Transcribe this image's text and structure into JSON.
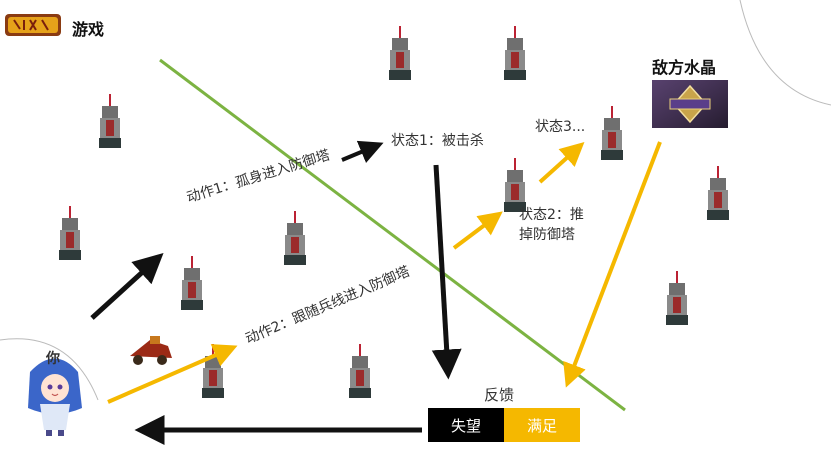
{
  "header": {
    "title": "游戏",
    "logo_icon": "game-logo-icon"
  },
  "crystal": {
    "label": "敌方水晶",
    "icon": "enemy-crystal-icon"
  },
  "player": {
    "label": "你",
    "icon": "player-avatar-icon"
  },
  "actions": {
    "action1": "动作1：孤身进入防御塔",
    "action2": "动作2：跟随兵线进入防御塔"
  },
  "states": {
    "state1": "状态1：被击杀",
    "state2_line1": "状态2：推",
    "state2_line2": "掉防御塔",
    "state3": "状态3..."
  },
  "feedback": {
    "label": "反馈",
    "negative": "失望",
    "positive": "满足"
  },
  "colors": {
    "black_path": "#111111",
    "yellow_path": "#f5b800",
    "divider": "#7cb342",
    "negative_bg": "#000000",
    "positive_bg": "#f5b800"
  }
}
